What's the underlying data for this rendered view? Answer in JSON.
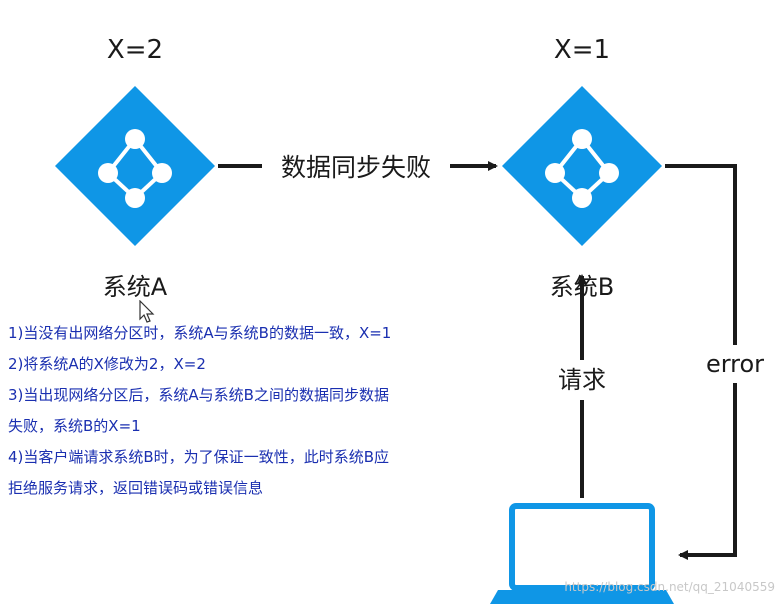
{
  "nodes": {
    "a": {
      "value_label": "X=2",
      "name": "系统A"
    },
    "b": {
      "value_label": "X=1",
      "name": "系统B"
    }
  },
  "edges": {
    "sync_fail": "数据同步失败",
    "request": "请求",
    "error": "error"
  },
  "notes": [
    "1)当没有出网络分区时，系统A与系统B的数据一致，X=1",
    "2)将系统A的X修改为2，X=2",
    "3)当出现网络分区后，系统A与系统B之间的数据同步数据",
    "失败，系统B的X=1",
    "4)当客户端请求系统B时，为了保证一致性，此时系统B应",
    "拒绝服务请求，返回错误码或错误信息"
  ],
  "watermark": "https://blog.csdn.net/qq_21040559",
  "colors": {
    "node_fill": "#0f96e6",
    "laptop": "#0f96e6",
    "arrow": "#1a1a1a",
    "notes_text": "#1a2fb0"
  },
  "icons": [
    "network-node-icon",
    "laptop-icon",
    "mouse-cursor-icon"
  ]
}
